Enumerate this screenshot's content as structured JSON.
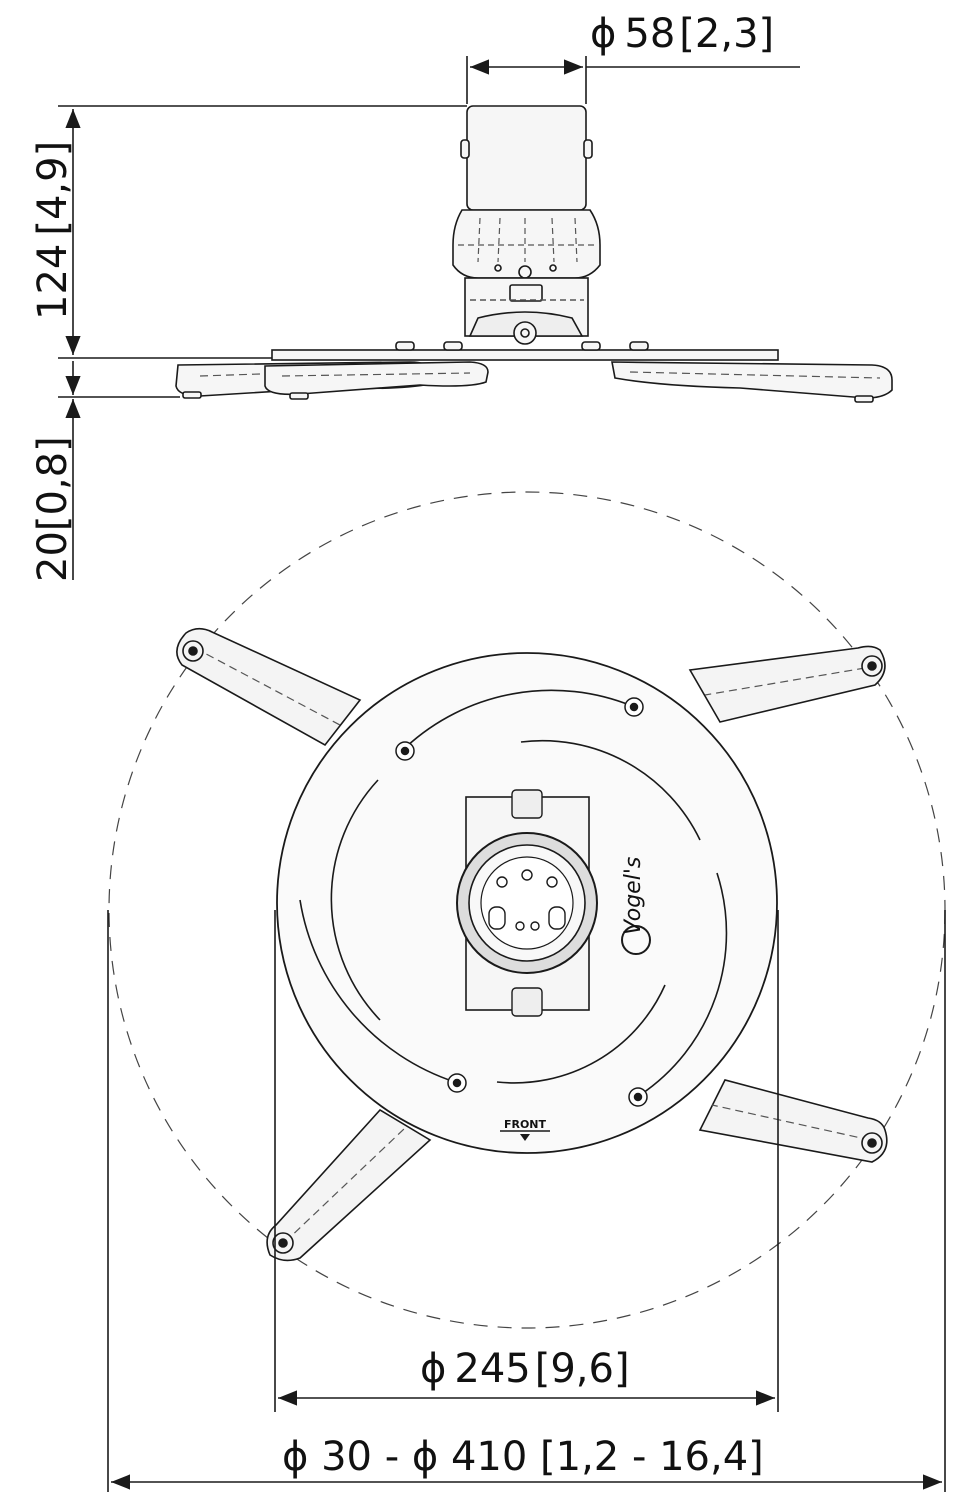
{
  "dimensions": {
    "top_diameter": {
      "symbol": "ϕ",
      "metric": "58",
      "imperial": "2,3"
    },
    "height": {
      "metric": "124",
      "imperial": "4,9"
    },
    "base_thickness": {
      "metric": "20",
      "imperial": "0,8"
    },
    "plate_diameter": {
      "symbol": "ϕ",
      "metric": "245",
      "imperial": "9,6"
    },
    "span": {
      "text": "ϕ 30 - ϕ 410 [1,2 - 16,4]"
    }
  },
  "labels": {
    "front": "FRONT",
    "brand": "Vogel's"
  },
  "colors": {
    "line": "#1a1a1a",
    "fill": "#f2f2f2",
    "dashed": "#555555"
  }
}
